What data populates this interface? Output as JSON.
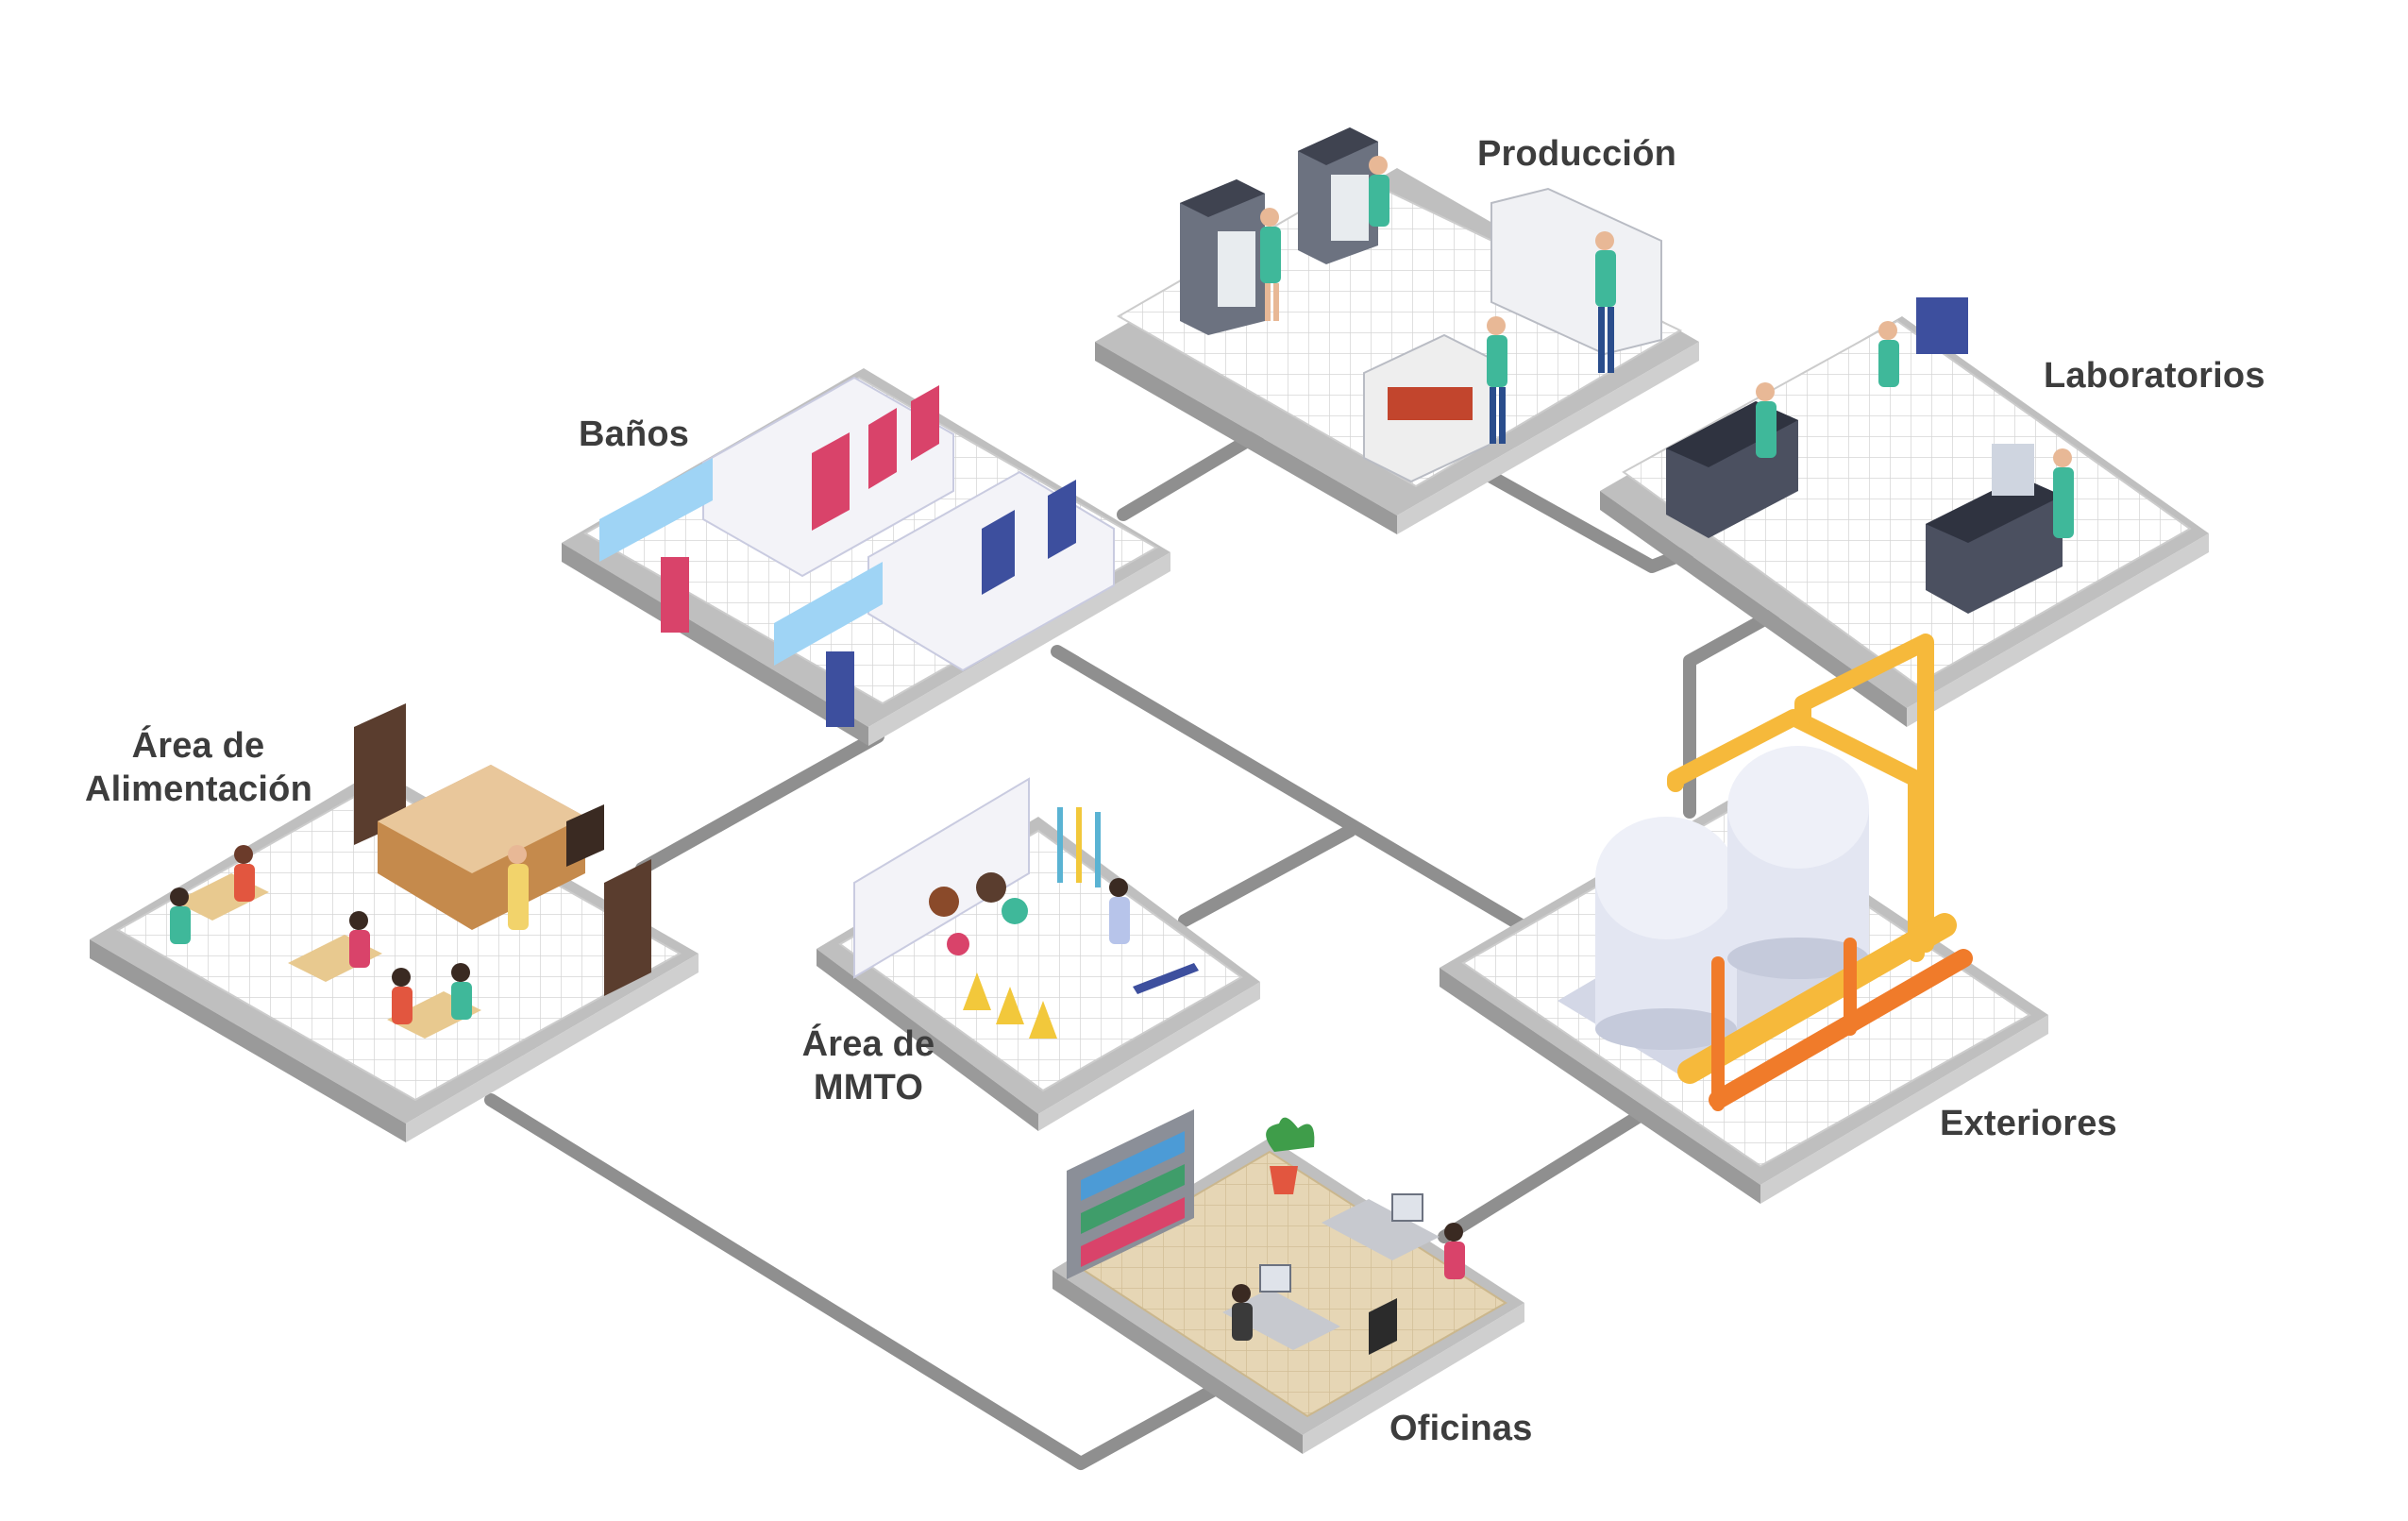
{
  "labels": {
    "produccion": "Producción",
    "laboratorios": "Laboratorios",
    "banos": "Baños",
    "alimentacion_line1": "Área de",
    "alimentacion_line2": "Alimentación",
    "mmto_line1": "Área de",
    "mmto_line2": "MMTO",
    "exteriores": "Exteriores",
    "oficinas": "Oficinas"
  },
  "colors": {
    "connector": "#8f8f8f",
    "tile": "#ffffff",
    "grid": "#d6d6d6",
    "platform_side": "#cfcfcf",
    "platform_dark": "#9a9a9a",
    "office_floor": "#e6d6b5",
    "tank": "#e3e6f2",
    "pipe_yellow": "#f6b93b",
    "pipe_orange": "#f07b2a",
    "staff_green": "#3fb89a",
    "female_sign": "#d9436a",
    "male_sign": "#3d4f9e"
  },
  "icons": [
    "machine-icon",
    "worker-icon",
    "lab-bench-icon",
    "toilet-stall-icon",
    "sink-icon",
    "table-icon",
    "food-counter-icon",
    "mop-icon",
    "wet-floor-sign-icon",
    "tank-icon",
    "pipe-icon",
    "bookshelf-icon",
    "desk-icon",
    "computer-icon",
    "plant-icon"
  ]
}
